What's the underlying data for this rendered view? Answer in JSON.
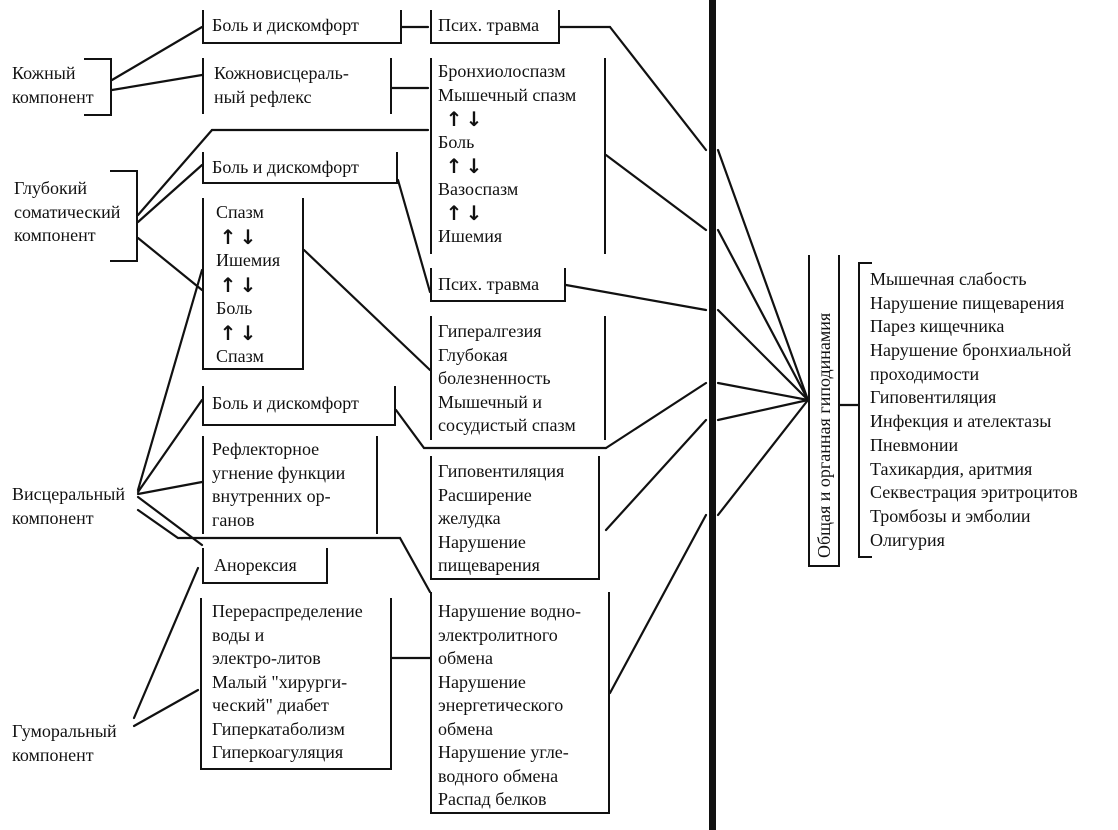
{
  "components": {
    "skin": [
      "Кожный",
      "компонент"
    ],
    "deep": [
      "Глубокий",
      "соматический",
      "компонент"
    ],
    "visceral": [
      "Висцеральный",
      "компонент"
    ],
    "humoral": [
      "Гуморальный",
      "компонент"
    ]
  },
  "col2": {
    "pain1": [
      "Боль и дискомфорт"
    ],
    "reflex": [
      "Кожновисцераль-",
      "ный рефлекс"
    ],
    "pain2": [
      "Боль и дискомфорт"
    ],
    "spasm_cycle": [
      "Спазм",
      "Ишемия",
      "Боль",
      "Спазм"
    ],
    "pain3": [
      "Боль и дискомфорт"
    ],
    "reflex_inhib": [
      "Рефлекторное",
      "угнение функции",
      "внутренних ор-",
      "ганов"
    ],
    "anorexia": [
      "Анорексия"
    ],
    "redistribution": [
      "Перераспределение",
      "воды    и",
      "электро-литов",
      "Малый \"хирурги-",
      "ческий\" диабет",
      "Гиперкатаболизм",
      "Гиперкоагуляция"
    ]
  },
  "col3": {
    "trauma1": [
      "Псих. травма"
    ],
    "broncho": [
      "Бронхиолоспазм",
      "Мышечный спазм",
      "",
      "Боль",
      "",
      "Вазоспазм",
      "",
      "Ишемия"
    ],
    "trauma2": [
      "Псих. травма"
    ],
    "hyperalgesia": [
      "Гипералгезия",
      "Глубокая",
      "болезненность",
      "Мышечный и",
      "сосудистый спазм"
    ],
    "hypovent": [
      "Гиповентиляция",
      "Расширение",
      "желудка",
      "Нарушение",
      "пищеварения"
    ],
    "metabolism": [
      "Нарушение водно-",
      "электролитного",
      "обмена",
      "Нарушение",
      "энергетического",
      "обмена",
      "Нарушение угле-",
      "водного  обмена",
      "Распад белков"
    ]
  },
  "result": {
    "label": "Общая и органная гиподинамия",
    "items": [
      "Мышечная слабость",
      "Нарушение пищеварения",
      "Парез кищечника",
      "Нарушение бронхиальной",
      "проходимости",
      "Гиповентиляция",
      "Инфекция и ателектазы",
      "Пневмонии",
      "Тахикардия, аритмия",
      "Секвестрация эритроцитов",
      "Тромбозы и эмболии",
      "Олигурия"
    ]
  },
  "icons": {
    "up": "↑",
    "down": "↓"
  }
}
